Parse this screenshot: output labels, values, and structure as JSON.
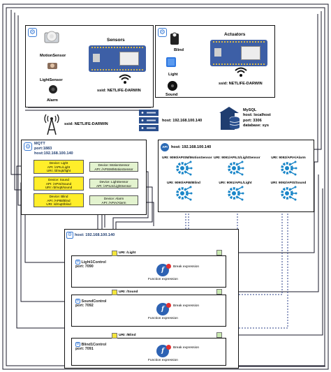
{
  "sensors": {
    "title": "Sensors",
    "motion_label": "MotionSensor",
    "light_label": "LightSensor",
    "alarm_label": "Alarm",
    "ssid": "ssid: NETLIFE-DARWIN"
  },
  "actuators": {
    "title": "Actuators",
    "blind_label": "Blind",
    "light_label": "Light",
    "sound_label": "Sound",
    "ssid": "ssid: NETLIFE-DARWIN"
  },
  "wifi_ssid": "ssid: NETLIFE-DARWIN",
  "server": {
    "host": "host: 192.168.100.140"
  },
  "mysql": {
    "title": "MySQL",
    "host": "host: localhost",
    "port": "port: 3306",
    "database": "database: sys"
  },
  "mqtt": {
    "title": "MQTT",
    "port": "port:1883",
    "host": "host:192.168.100.140",
    "devices_left": [
      {
        "device": "Device: Light",
        "api": "API: /APIL/Light",
        "uri": "URI: /d/mqtt/light"
      },
      {
        "device": "Device: Sound",
        "api": "API: /APIS/Sound",
        "uri": "URI: /d/mqtt/sound"
      },
      {
        "device": "Device: Blind",
        "api": "API: /APIB/Blind",
        "uri": "URI: /d/mqtt/blind"
      }
    ],
    "devices_right": [
      {
        "device": "Device: MotionSensor",
        "api": "API: /APISM/MotionSensor"
      },
      {
        "device": "Device: LightSensor",
        "api": "API: /APILS/LightSensor"
      },
      {
        "device": "Device: Alarm",
        "api": "API: /APIA/Alarm"
      }
    ]
  },
  "api": {
    "host": "host: 192.168.100.140",
    "uris": [
      "URI: 9090/APISM/MotionSensor",
      "URI: 9091/APILS/LightSensor",
      "URI: 9092/APIA/Alarm",
      "URI: 9090/APIB/Blind",
      "URI: 9091/APIL/Light",
      "URI: 9092/APIS/Sound"
    ]
  },
  "nodered": {
    "host": "host: 192.168.100.140",
    "controls": [
      {
        "uri": "URI: /Light",
        "name": "Light1Control",
        "port": "port: 7090",
        "break": "Break expression",
        "func": "Function expression"
      },
      {
        "uri": "URI: /Sound",
        "name": "SoundControl",
        "port": "port: 7092",
        "break": "Break expression",
        "func": "Function expression"
      },
      {
        "uri": "URI: /Blind",
        "name": "Blind1Control",
        "port": "port: 7091",
        "break": "Break expression",
        "func": "Function expression"
      }
    ]
  },
  "icons": [
    "pir-sensor-icon",
    "light-sensor-icon",
    "alarm-icon",
    "blind-icon",
    "light-bulb-icon",
    "speaker-icon",
    "wifi-icon",
    "antenna-icon",
    "server-icon",
    "database-icon",
    "gear-network-icon",
    "function-icon",
    "kubernetes-icon"
  ],
  "colors": {
    "board": "#3d5fa6",
    "mqtt_device": "#ffee2a",
    "api_device": "#e3f3cf",
    "function": "#2d62b3",
    "gear": "#1a86c8",
    "break": "#e43030"
  }
}
